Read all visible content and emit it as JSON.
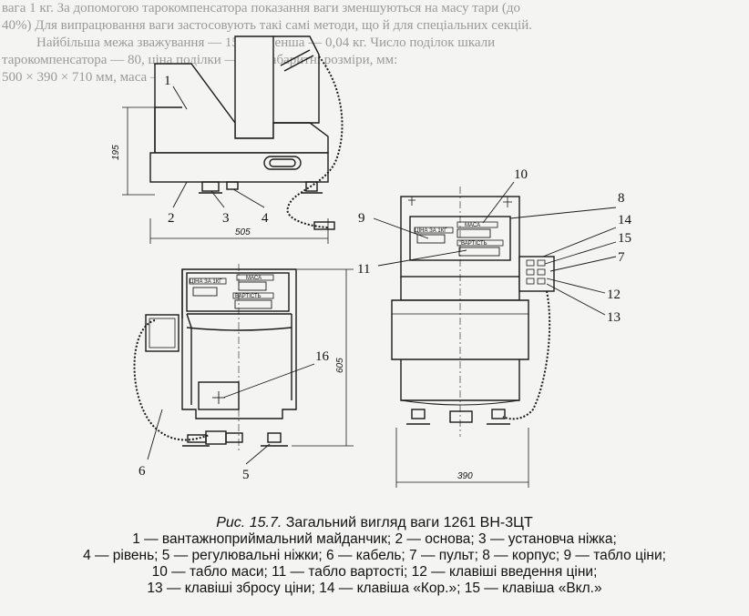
{
  "header_text": {
    "lines": [
      "вага 1 кг. За допомогою тарокомпенсатора показання ваги зменшуються на масу тари (до",
      "40%) Для випрацювання ваги застосовують такі самі методи, що й для спеціальних секцій.",
      "Найбільша межа зважування — 15, найменша — 0,04 кг. Число поділок шкали",
      "тарокомпенсатора — 80, ціна поділки — 5 г. Габаритні розміри, мм:",
      "500 × 390 × 710 мм, маса — 25 кг."
    ]
  },
  "figure": {
    "labels": {
      "l1": "1",
      "l2": "2",
      "l3": "3",
      "l4": "4",
      "l5": "5",
      "l6": "6",
      "l7": "7",
      "l8": "8",
      "l9": "9",
      "l10": "10",
      "l11": "11",
      "l12": "12",
      "l13": "13",
      "l14": "14",
      "l15": "15",
      "l16": "16"
    },
    "dimensions": {
      "height_side": "195",
      "width_side": "505",
      "height_front": "605",
      "width_right": "390"
    },
    "display_labels": {
      "price": "ЦІНА ЗА 1КГ",
      "mass": "МАСА",
      "cost": "ВАРТІСТЬ"
    }
  },
  "caption": {
    "title_prefix": "Рис. 15.7.",
    "title_text": " Загальний вигляд ваги 1261 ВН-3ЦТ",
    "lines": [
      "1 — вантажноприймальний майданчик; 2 — основа; 3 — установча ніжка;",
      "4 — рівень; 5 — регулювальні ніжки; 6 — кабель; 7 — пульт; 8 — корпус; 9 — табло ціни;",
      "10 — табло маси; 11 — табло вартості; 12 — клавіші введення ціни;",
      "13 — клавіші збросу ціни; 14 — клавіша «Кор.»; 15 — клавіша «Вкл.»"
    ]
  }
}
